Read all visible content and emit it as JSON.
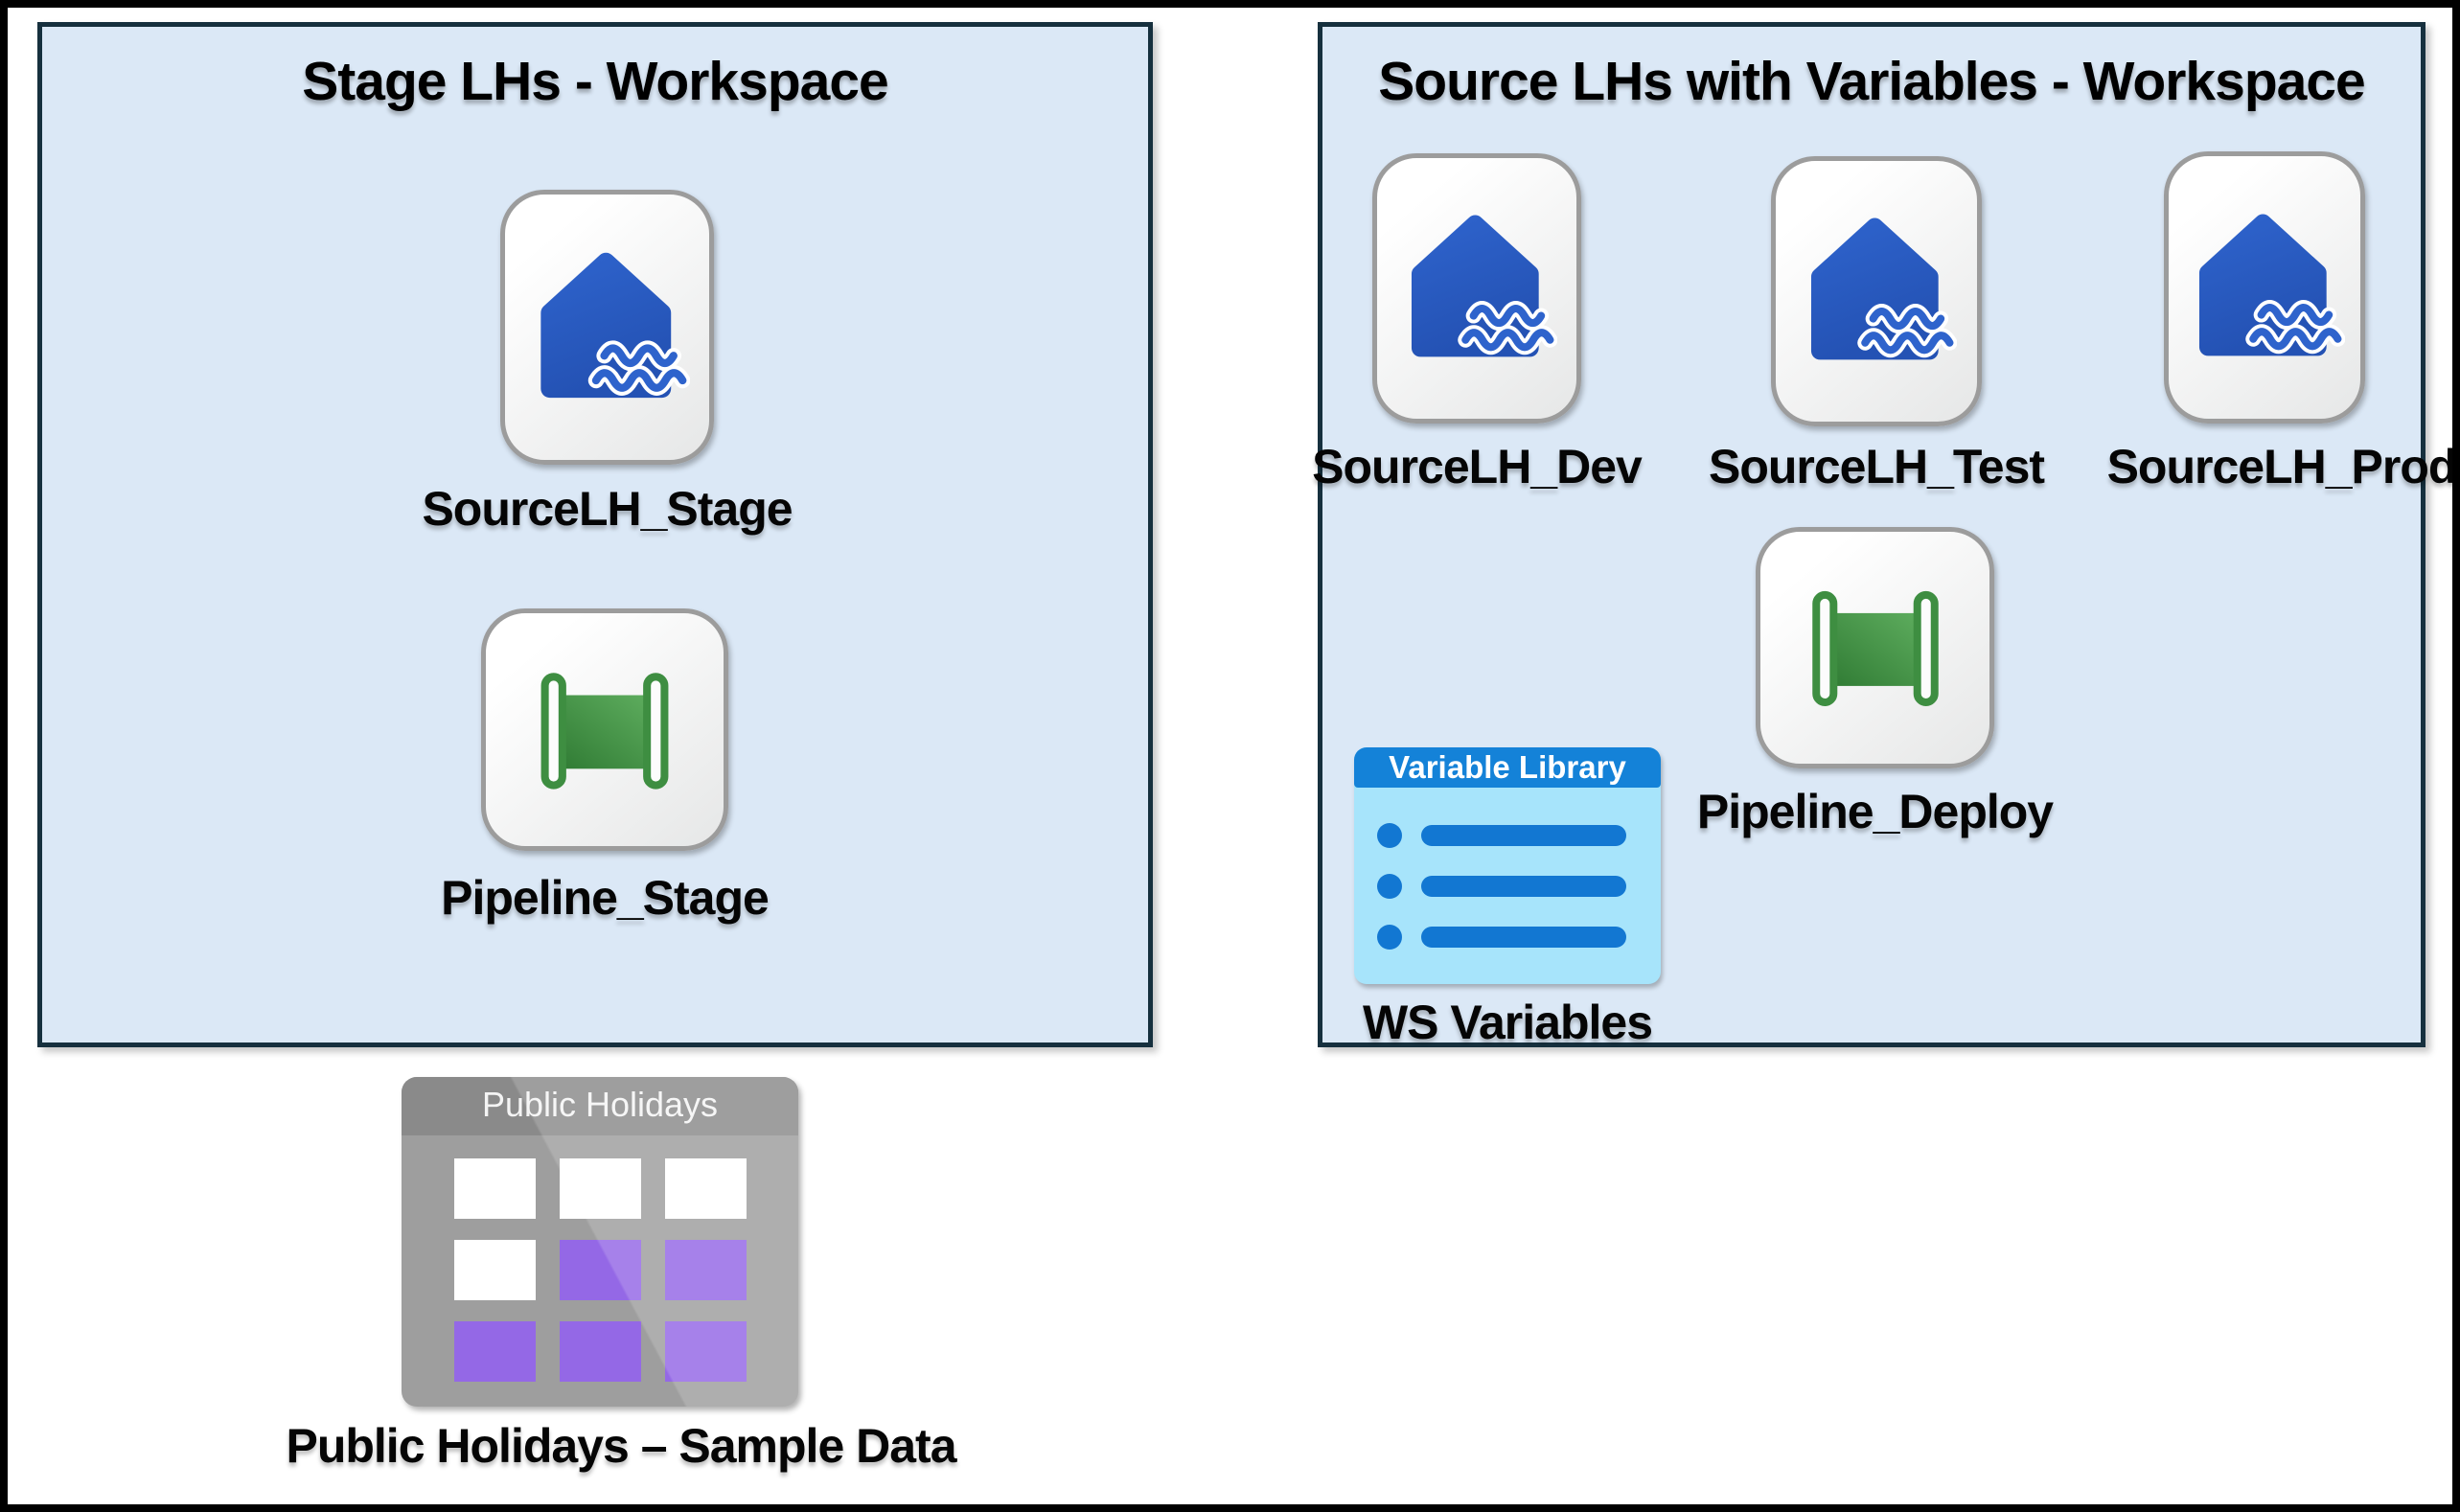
{
  "colors": {
    "page_bg": "#ffffff",
    "page_border": "#000000",
    "workspace_fill": "#dbe8f6",
    "workspace_border": "#16303e",
    "card_border": "#9c9c9c",
    "card_fill_top": "#ffffff",
    "card_fill_bottom": "#e7e8e8",
    "lakehouse_blue": "#2e63cc",
    "lakehouse_blue_dark": "#2452b4",
    "pipeline_green": "#3e8e41",
    "pipeline_green_light": "#5fae5f",
    "pipeline_green_dark": "#2f7a33",
    "variable_header_blue": "#1482d8",
    "variable_body": "#a7e4fb",
    "variable_accent": "#1277d2",
    "table_header_gray": "#8a8a8a",
    "table_body_gray": "#9e9e9e",
    "cell_white": "#ffffff",
    "cell_purple": "#9468e6"
  },
  "stage_workspace": {
    "title": "Stage LHs - Workspace",
    "items": [
      {
        "label": "SourceLH_Stage",
        "type": "lakehouse"
      },
      {
        "label": "Pipeline_Stage",
        "type": "pipeline"
      }
    ]
  },
  "source_workspace": {
    "title": "Source LHs with Variables - Workspace",
    "items": [
      {
        "label": "SourceLH_Dev",
        "type": "lakehouse"
      },
      {
        "label": "SourceLH_Test",
        "type": "lakehouse"
      },
      {
        "label": "SourceLH_Prod",
        "type": "lakehouse"
      },
      {
        "label": "Pipeline_Deploy",
        "type": "pipeline"
      },
      {
        "label": "WS Variables",
        "type": "variable-library",
        "card_title": "Variable Library"
      }
    ]
  },
  "sample_data": {
    "card_title": "Public Holidays",
    "label": "Public Holidays – Sample Data",
    "grid": [
      [
        "white",
        "white",
        "white"
      ],
      [
        "white",
        "purple",
        "purple"
      ],
      [
        "purple",
        "purple",
        "purple"
      ]
    ]
  }
}
